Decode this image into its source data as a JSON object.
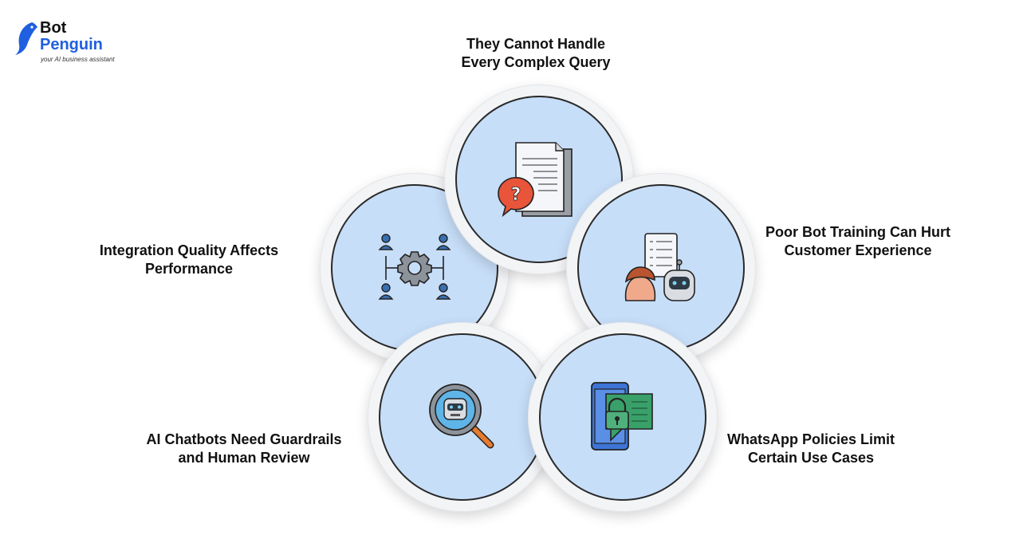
{
  "brand": {
    "name_line1": "Bot",
    "name_line2": "Penguin",
    "tagline": "your AI business assistant",
    "accent_color": "#1f5fe0"
  },
  "diagram": {
    "circle_fill": "#c7def8",
    "nodes": [
      {
        "id": "complex-query",
        "icon": "document-question-icon",
        "label_lines": [
          "They Cannot Handle",
          "Every Complex Query"
        ]
      },
      {
        "id": "poor-training",
        "icon": "person-robot-checklist-icon",
        "label_lines": [
          "Poor Bot Training Can Hurt",
          "Customer Experience"
        ]
      },
      {
        "id": "whatsapp-policies",
        "icon": "phone-lock-chat-icon",
        "label_lines": [
          "WhatsApp Policies Limit",
          "Certain Use Cases"
        ]
      },
      {
        "id": "guardrails",
        "icon": "robot-magnifier-icon",
        "label_lines": [
          "AI Chatbots Need Guardrails",
          "and Human Review"
        ]
      },
      {
        "id": "integration",
        "icon": "gear-network-icon",
        "label_lines": [
          "Integration Quality Affects",
          "Performance"
        ]
      }
    ]
  }
}
